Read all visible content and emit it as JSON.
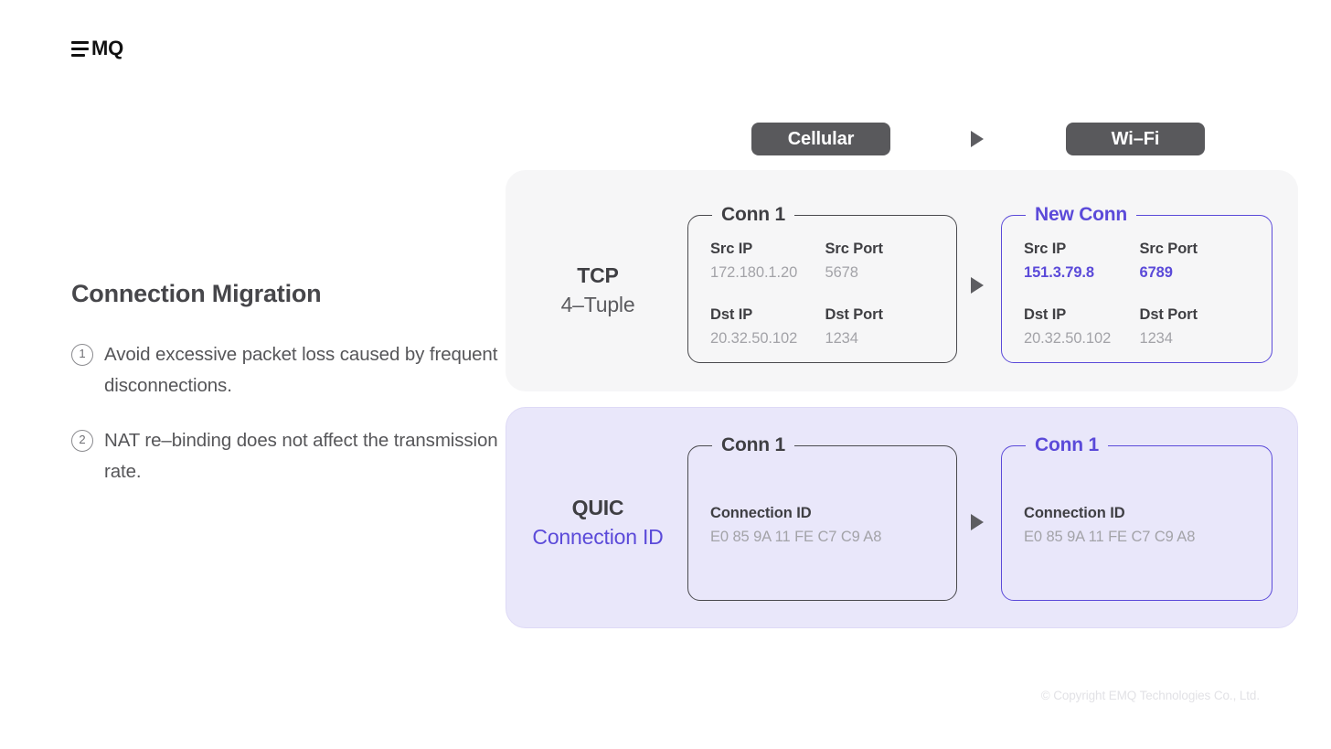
{
  "brand": {
    "logo_text": "MQ",
    "logo_icon": "emq-bars-icon"
  },
  "left": {
    "title": "Connection Migration",
    "bullets": [
      {
        "num": "1",
        "text": "Avoid excessive packet loss caused by frequent disconnections."
      },
      {
        "num": "2",
        "text": "NAT re–binding does not affect the transmission rate."
      }
    ]
  },
  "network_switch": {
    "from_label": "Cellular",
    "to_label": "Wi–Fi",
    "arrow_icon": "triangle-right-icon"
  },
  "diagram": {
    "tcp": {
      "protocol": "TCP",
      "subtitle": "4–Tuple",
      "before": {
        "legend": "Conn 1",
        "fields": [
          {
            "label": "Src IP",
            "value": "172.180.1.20",
            "changed": false
          },
          {
            "label": "Src Port",
            "value": "5678",
            "changed": false
          },
          {
            "label": "Dst IP",
            "value": "20.32.50.102",
            "changed": false
          },
          {
            "label": "Dst Port",
            "value": "1234",
            "changed": false
          }
        ]
      },
      "after": {
        "legend": "New Conn",
        "fields": [
          {
            "label": "Src IP",
            "value": "151.3.79.8",
            "changed": true
          },
          {
            "label": "Src Port",
            "value": "6789",
            "changed": true
          },
          {
            "label": "Dst IP",
            "value": "20.32.50.102",
            "changed": false
          },
          {
            "label": "Dst Port",
            "value": "1234",
            "changed": false
          }
        ]
      }
    },
    "quic": {
      "protocol": "QUIC",
      "subtitle": "Connection ID",
      "before": {
        "legend": "Conn 1",
        "field_label": "Connection ID",
        "field_value": "E0 85 9A 11 FE C7 C9 A8"
      },
      "after": {
        "legend": "Conn 1",
        "field_label": "Connection ID",
        "field_value": "E0 85 9A 11 FE C7 C9 A8"
      }
    }
  },
  "footer": {
    "copyright": "© Copyright EMQ Technologies Co., Ltd."
  },
  "colors": {
    "accent_purple": "#5b4ad9",
    "panel_gray": "#f6f6f7",
    "panel_lavender": "#e9e7fa",
    "pill_gray": "#59595c",
    "text_dark": "#3f3f43",
    "text_muted": "#a3a3a8"
  }
}
